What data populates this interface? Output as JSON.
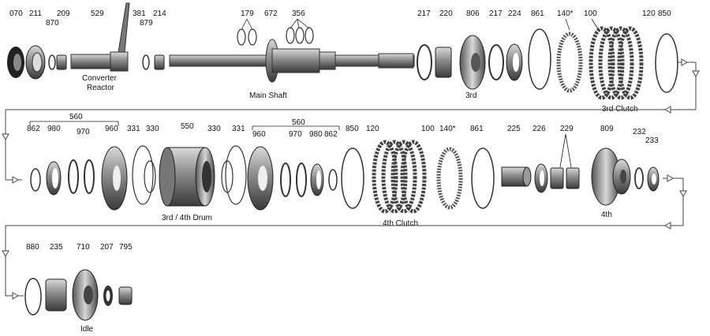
{
  "row1": {
    "numbers": [
      "070",
      "211",
      "870",
      "209",
      "529",
      "381",
      "879",
      "214",
      "179",
      "672",
      "356",
      "217",
      "220",
      "806",
      "217",
      "224",
      "861",
      "140*",
      "100",
      "120",
      "850"
    ],
    "captions": {
      "converter_reactor": [
        "Converter",
        "Reactor"
      ],
      "main_shaft": "Main Shaft",
      "third": "3rd",
      "third_clutch": "3rd Clutch"
    }
  },
  "row2": {
    "numbers": [
      "862",
      "980",
      "970",
      "960",
      "331",
      "330",
      "550",
      "330",
      "331",
      "960",
      "970",
      "980",
      "862",
      "850",
      "120",
      "100",
      "140*",
      "861",
      "225",
      "226",
      "229",
      "809",
      "232",
      "233"
    ],
    "group_label": "560",
    "captions": {
      "drum": "3rd / 4th Drum",
      "fourth_clutch": "4th Clutch",
      "fourth": "4th"
    }
  },
  "row3": {
    "numbers": [
      "880",
      "235",
      "710",
      "207",
      "795"
    ],
    "captions": {
      "idle": "Idle"
    }
  }
}
